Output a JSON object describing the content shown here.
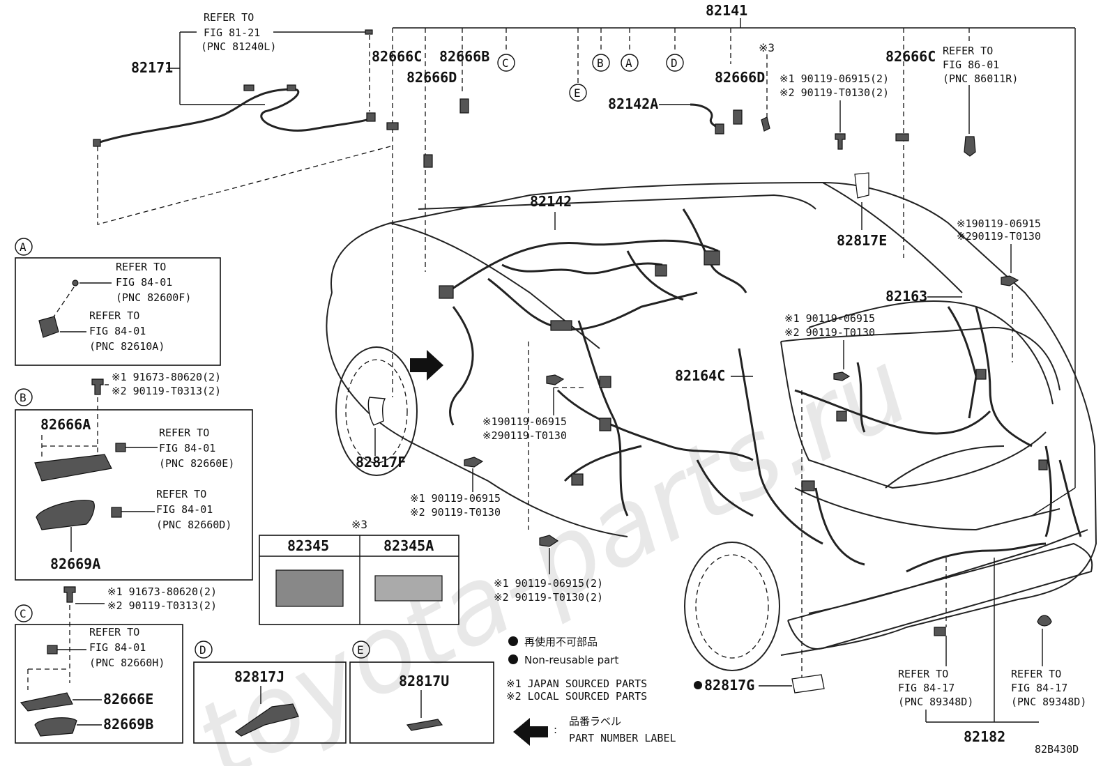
{
  "watermark": "toyota-parts.ru",
  "diagram_id": "82B430D",
  "top_label": "82141",
  "refer_8121": {
    "line1": "REFER TO",
    "line2": "FIG 81-21",
    "line3": "(PNC 81240L)"
  },
  "refer_8601": {
    "line1": "REFER TO",
    "line2": "FIG 86-01",
    "line3": "(PNC 86011R)"
  },
  "refer_8417_left": {
    "line1": "REFER TO",
    "line2": "FIG 84-17",
    "line3": "(PNC 89348D)"
  },
  "refer_8417_right": {
    "line1": "REFER TO",
    "line2": "FIG 84-17",
    "line3": "(PNC 89348D)"
  },
  "parts": {
    "p82171": "82171",
    "p82666C_l": "82666C",
    "p82666B": "82666B",
    "p82666D_l": "82666D",
    "p82666C_r": "82666C",
    "p82666D_r": "82666D",
    "p82142A": "82142A",
    "p82142": "82142",
    "p82817E": "82817E",
    "p82163": "82163",
    "p82164C": "82164C",
    "p82817F": "82817F",
    "p82817G": "82817G",
    "p82182": "82182",
    "mark3": "※3"
  },
  "circle_letters": {
    "c": "C",
    "e": "E",
    "b": "B",
    "a": "A",
    "d": "D"
  },
  "fast_top": {
    "l1": "※1 90119-06915(2)",
    "l2": "※2 90119-T0130(2)"
  },
  "fast_right": {
    "l1": "※190119-06915",
    "l2": "※290119-T0130"
  },
  "fast_mid": {
    "l1": "※1 90119-06915",
    "l2": "※2 90119-T0130"
  },
  "fast_center": {
    "l1": "※190119-06915",
    "l2": "※290119-T0130"
  },
  "fast_low": {
    "l1": "※1 90119-06915",
    "l2": "※2 90119-T0130"
  },
  "fast_bottom": {
    "l1": "※1 90119-06915(2)",
    "l2": "※2 90119-T0130(2)"
  },
  "boxA": {
    "letter": "A",
    "r1": {
      "line1": "REFER TO",
      "line2": "FIG 84-01",
      "line3": "(PNC 82600F)"
    },
    "r2": {
      "line1": "REFER TO",
      "line2": "FIG 84-01",
      "line3": "(PNC 82610A)"
    }
  },
  "boxB": {
    "letter": "B",
    "fast_l1": "※1 91673-80620(2)",
    "fast_l2": "※2 90119-T0313(2)",
    "p1": "82666A",
    "p2": "82669A",
    "r1": {
      "line1": "REFER TO",
      "line2": "FIG 84-01",
      "line3": "(PNC 82660E)"
    },
    "r2": {
      "line1": "REFER TO",
      "line2": "FIG 84-01",
      "line3": "(PNC 82660D)"
    }
  },
  "boxC": {
    "letter": "C",
    "fast_l1": "※1 91673-80620(2)",
    "fast_l2": "※2 90119-T0313(2)",
    "p1": "82666E",
    "p2": "82669B",
    "r1": {
      "line1": "REFER TO",
      "line2": "FIG 84-01",
      "line3": "(PNC 82660H)"
    }
  },
  "boxD": {
    "letter": "D",
    "part": "82817J"
  },
  "boxE": {
    "letter": "E",
    "part": "82817U"
  },
  "relay": {
    "mark": "※3",
    "col1": "82345",
    "col2": "82345A"
  },
  "legend": {
    "nonreuse_jp": "再使用不可部品",
    "nonreuse_en": "Non-reusable part",
    "japan": "※1 JAPAN SOURCED PARTS",
    "local": "※2 LOCAL SOURCED PARTS",
    "label_jp": "品番ラベル",
    "label_en": "PART NUMBER LABEL",
    "colon": ":"
  }
}
